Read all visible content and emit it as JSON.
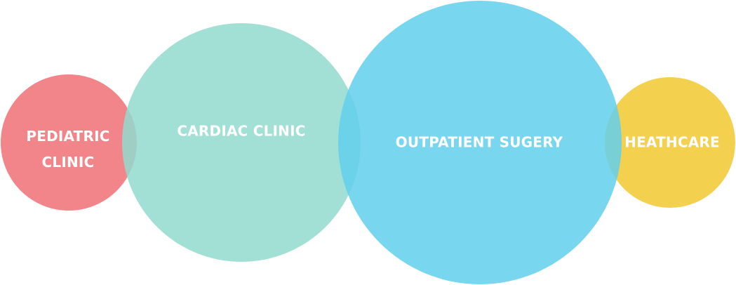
{
  "diagram": {
    "circles": [
      {
        "label": "PEDIATRIC CLINIC",
        "color": "#f2858a",
        "opacity": 1.0
      },
      {
        "label": "CARDIAC CLINIC",
        "color": "#92dacf",
        "opacity": 0.85
      },
      {
        "label": "OUTPATIENT SUGERY",
        "color": "#62cfec",
        "opacity": 0.85
      },
      {
        "label": "HEATHCARE",
        "color": "#f4d04f",
        "opacity": 1.0
      }
    ]
  }
}
